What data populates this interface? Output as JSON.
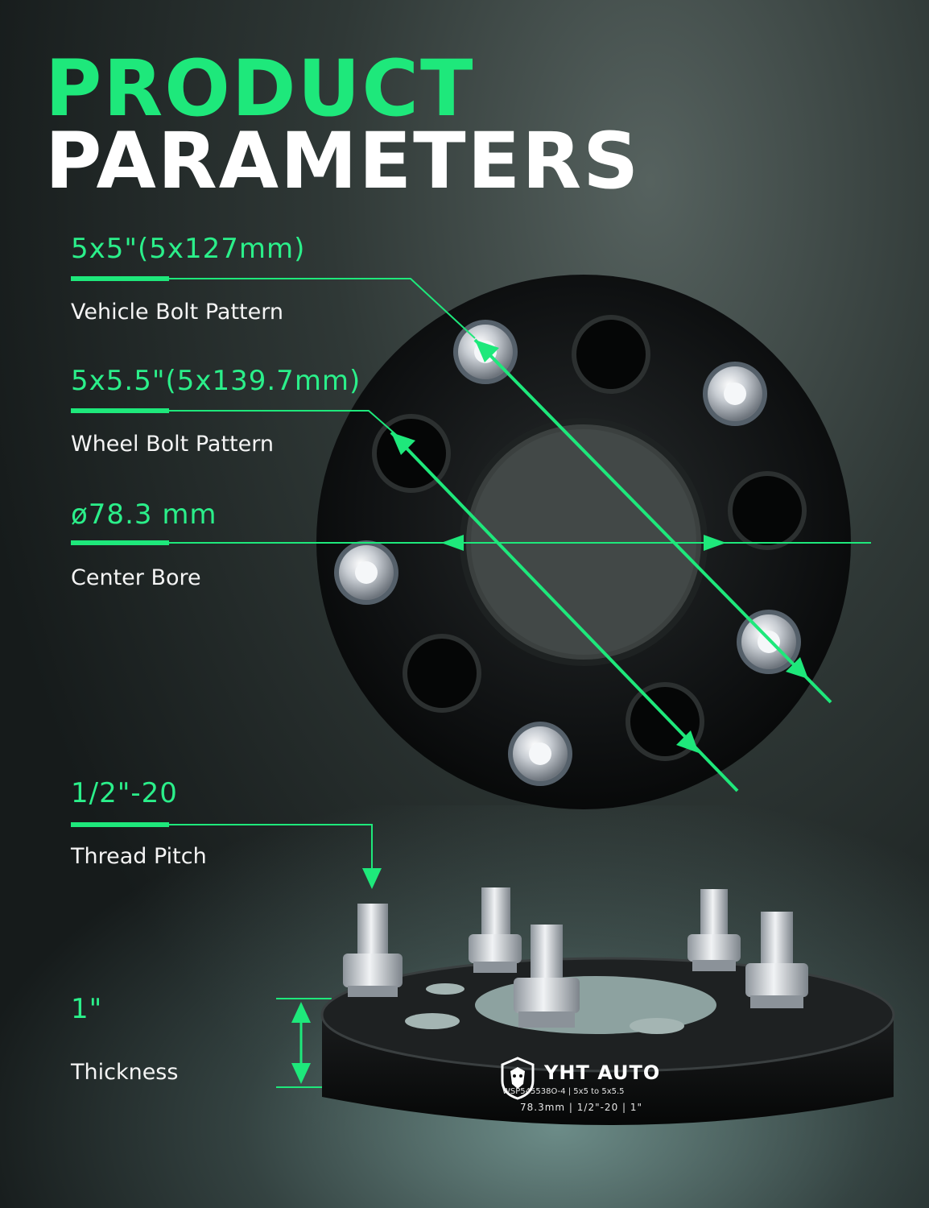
{
  "title": {
    "line1": "PRODUCT",
    "line2": "PARAMETERS"
  },
  "params": [
    {
      "value": "5x5\"(5x127mm)",
      "label": "Vehicle Bolt Pattern"
    },
    {
      "value": "5x5.5\"(5x139.7mm)",
      "label": "Wheel Bolt Pattern"
    },
    {
      "value": "ø78.3 mm",
      "label": "Center Bore"
    },
    {
      "value": "1/2\"-20",
      "label": "Thread Pitch"
    },
    {
      "value": "1\"",
      "label": "Thickness"
    }
  ],
  "brand": {
    "name": "YHT AUTO",
    "code": "WSP545538O-4 | 5x5 to 5x5.5",
    "spec": "78.3mm | 1/2\"-20 | 1\""
  },
  "colors": {
    "accent": "#1ee87b",
    "text": "#ffffff",
    "spacer": "#0d0d0d",
    "stud": "#c9ced3"
  }
}
